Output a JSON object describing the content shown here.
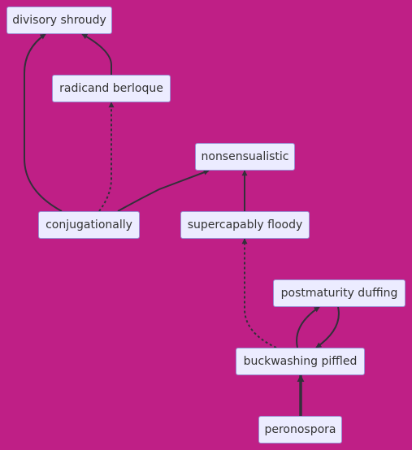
{
  "diagram": {
    "colors": {
      "background": "#bf1f86",
      "node_fill": "#ececff",
      "node_border": "#9a8fd4",
      "edge": "#33303a",
      "text": "#333333"
    },
    "nodes": [
      {
        "id": "divisory",
        "label": "divisory shroudy"
      },
      {
        "id": "radicand",
        "label": "radicand berloque"
      },
      {
        "id": "nonsens",
        "label": "nonsensualistic"
      },
      {
        "id": "conjug",
        "label": "conjugationally"
      },
      {
        "id": "supercap",
        "label": "supercapably floody"
      },
      {
        "id": "postmat",
        "label": "postmaturity duffing"
      },
      {
        "id": "buckwash",
        "label": "buckwashing piffled"
      },
      {
        "id": "perono",
        "label": "peronospora"
      }
    ],
    "edges": [
      {
        "from": "conjug",
        "to": "divisory",
        "style": "solid"
      },
      {
        "from": "radicand",
        "to": "divisory",
        "style": "solid"
      },
      {
        "from": "conjug",
        "to": "radicand",
        "style": "dotted"
      },
      {
        "from": "conjug",
        "to": "nonsens",
        "style": "solid"
      },
      {
        "from": "supercap",
        "to": "nonsens",
        "style": "solid"
      },
      {
        "from": "buckwash",
        "to": "supercap",
        "style": "dotted"
      },
      {
        "from": "buckwash",
        "to": "postmat",
        "style": "solid"
      },
      {
        "from": "postmat",
        "to": "buckwash",
        "style": "solid"
      },
      {
        "from": "perono",
        "to": "buckwash",
        "style": "thick"
      }
    ]
  }
}
